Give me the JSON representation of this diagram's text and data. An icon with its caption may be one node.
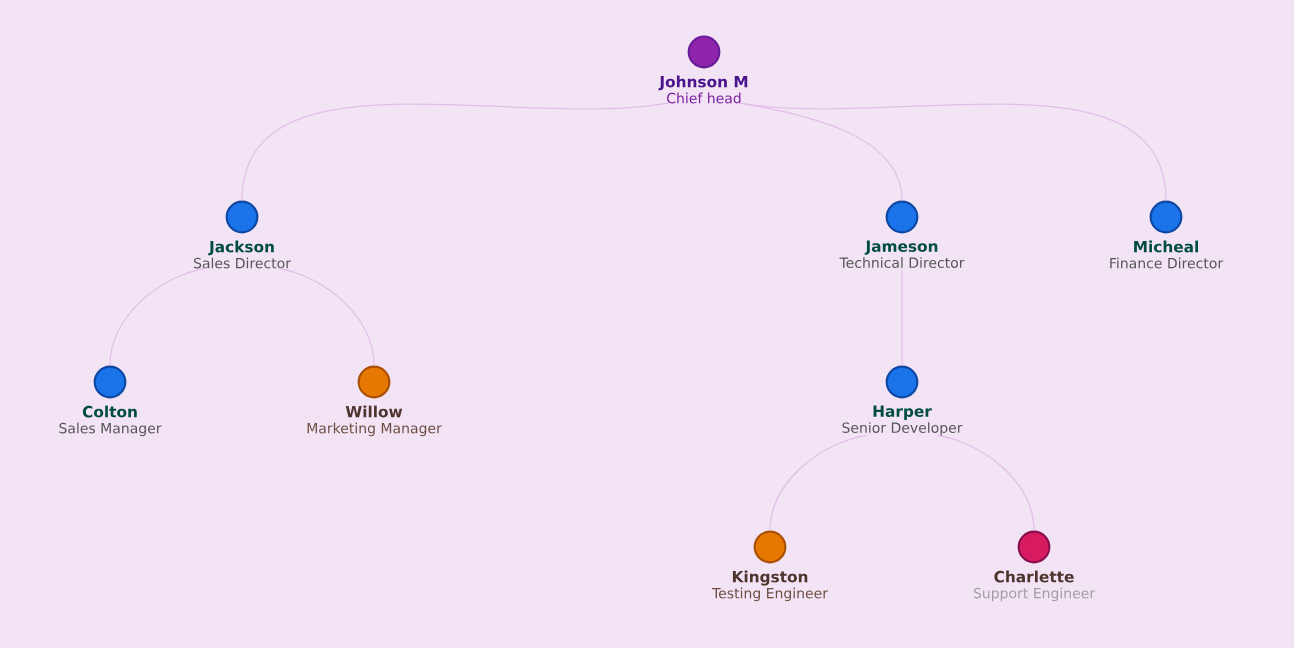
{
  "diagram": {
    "nodes": [
      {
        "text": [
          "Johnson M",
          "Chief head"
        ]
      },
      {
        "text": [
          "Jackson",
          "Sales Director"
        ]
      },
      {
        "text": [
          "Jameson",
          "Technical Director"
        ]
      },
      {
        "text": [
          "Micheal",
          "Finance Director"
        ]
      },
      {
        "text": [
          "Colton",
          "Sales Manager"
        ]
      },
      {
        "text": [
          "Willow",
          "Marketing Manager"
        ]
      },
      {
        "text": [
          "Harper",
          "Senior Developer"
        ]
      },
      {
        "text": [
          "Kingston",
          "Testing Engineer"
        ]
      },
      {
        "text": [
          "Charlette",
          "Support Engineer"
        ]
      }
    ],
    "edges": [
      {
        "from": 0,
        "to": 1,
        "arrow": "none"
      },
      {
        "from": 0,
        "to": 2,
        "arrow": "none"
      },
      {
        "from": 0,
        "to": 3,
        "arrow": "none"
      },
      {
        "from": 1,
        "to": 4,
        "arrow": "none"
      },
      {
        "from": 1,
        "to": 5,
        "arrow": "none"
      },
      {
        "from": 2,
        "to": 6,
        "arrow": "none"
      },
      {
        "from": 6,
        "to": 7,
        "arrow": "none"
      },
      {
        "from": 6,
        "to": 8,
        "arrow": "none"
      }
    ]
  }
}
